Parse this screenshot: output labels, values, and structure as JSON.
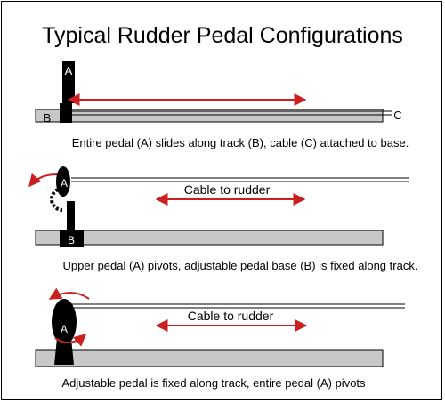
{
  "title": "Typical Rudder Pedal Configurations",
  "colors": {
    "track": "#c8c8c8",
    "pedal": "#000000",
    "arrow": "#cc2020",
    "cable": "#000000",
    "background": "#ffffff"
  },
  "configs": [
    {
      "labels": {
        "pedal": "A",
        "track": "B",
        "cable": "C"
      },
      "caption": "Entire pedal (A) slides along track (B), cable (C) attached to base."
    },
    {
      "labels": {
        "pedal": "A",
        "base": "B",
        "cable": "Cable to rudder"
      },
      "caption": "Upper pedal (A) pivots, adjustable pedal base (B) is fixed along track."
    },
    {
      "labels": {
        "pedal": "A",
        "cable": "Cable to rudder"
      },
      "caption": "Adjustable pedal is fixed along track, entire pedal (A) pivots"
    }
  ]
}
